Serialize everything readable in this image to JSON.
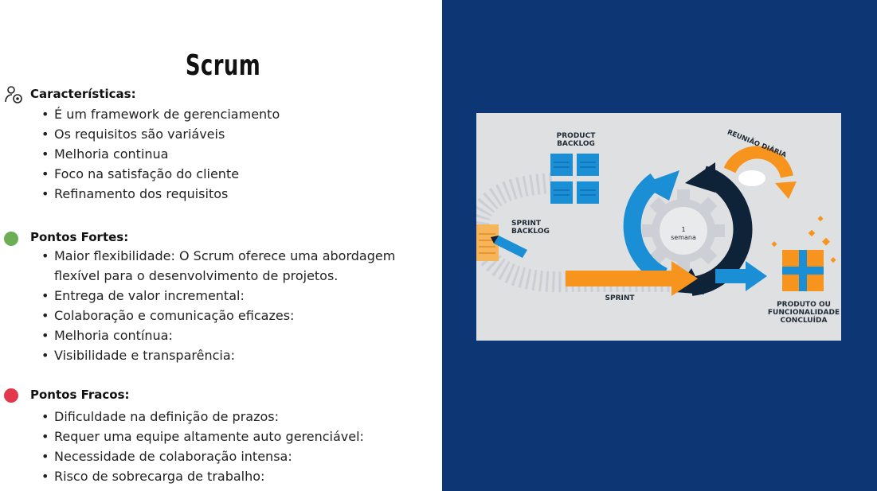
{
  "title": "Scrum",
  "caracteristicas": {
    "heading": "Características:",
    "items": [
      "É um framework de gerenciamento",
      "Os requisitos são variáveis",
      "Melhoria continua",
      "Foco na satisfação do cliente",
      "Refinamento dos requisitos"
    ]
  },
  "fortes": {
    "heading": "Pontos Fortes:",
    "items": [
      "Maior flexibilidade: O Scrum oferece uma abordagem",
      "flexível para o desenvolvimento de projetos.",
      "Entrega de valor incremental:",
      "Colaboração e comunicação eficazes:",
      "Melhoria contínua:",
      "Visibilidade e transparência:"
    ]
  },
  "fracos": {
    "heading": "Pontos Fracos:",
    "items": [
      "Dificuldade na definição de prazos:",
      "Requer uma equipe altamente auto gerenciável:",
      "Necessidade de colaboração intensa:",
      "Risco de sobrecarga de trabalho:"
    ]
  },
  "diagram": {
    "product_backlog": [
      "PRODUCT",
      "BACKLOG"
    ],
    "sprint_backlog": [
      "SPRINT",
      "BACKLOG"
    ],
    "reuniao": "REUNIÃO DIÁRIA",
    "semana_num": "1",
    "semana_label": "semana",
    "sprint": "SPRINT",
    "produto": [
      "PRODUTO OU",
      "FUNCIONALIDADE",
      "CONCLUÍDA"
    ]
  },
  "colors": {
    "green": "#6cae54",
    "red": "#e23a4c",
    "navy": "#0d3774",
    "orange": "#f7941d",
    "blue": "#1b8fd6",
    "dark": "#0e2238"
  }
}
